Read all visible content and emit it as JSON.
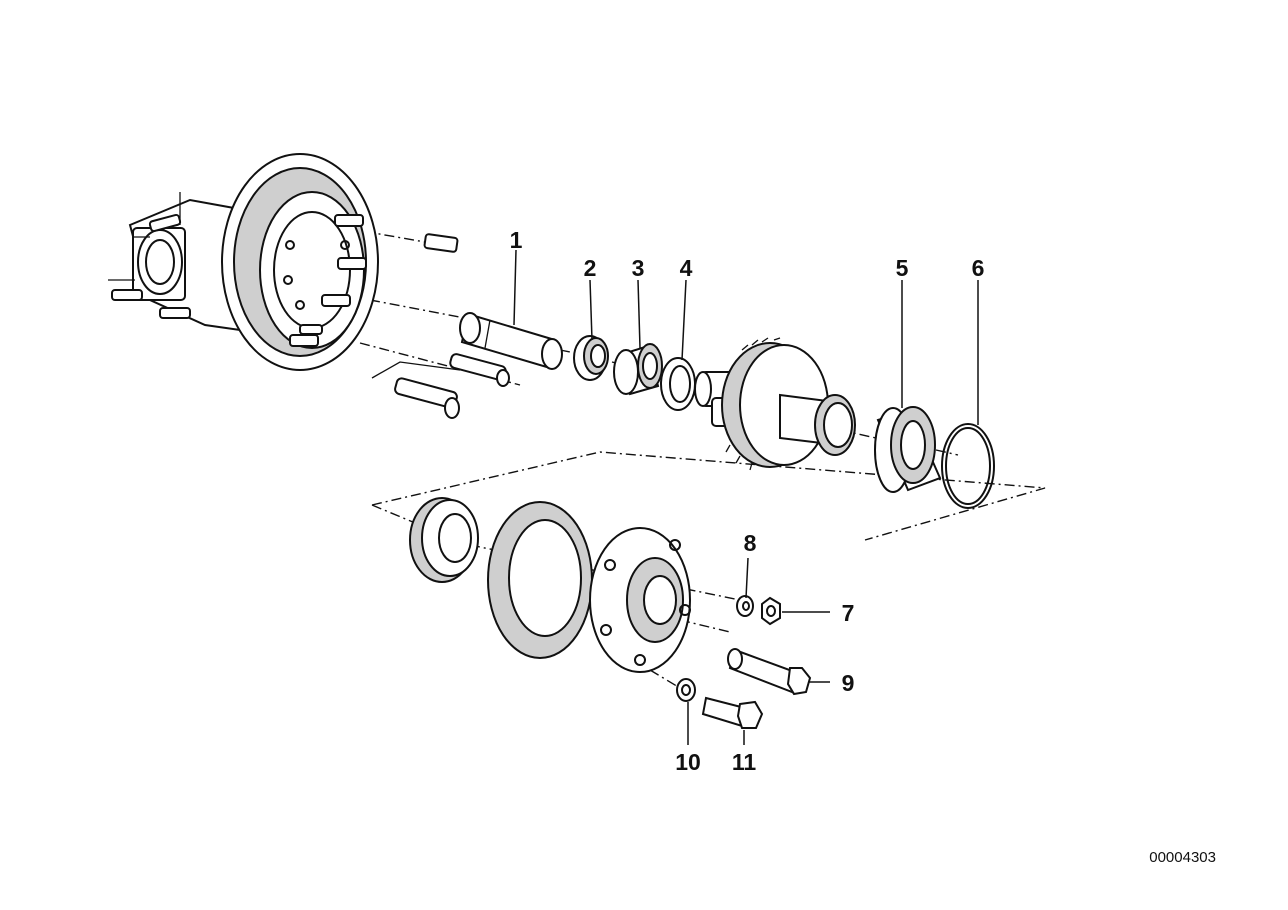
{
  "diagram": {
    "callouts": [
      {
        "id": "1",
        "text": "1"
      },
      {
        "id": "2",
        "text": "2"
      },
      {
        "id": "3",
        "text": "3"
      },
      {
        "id": "4",
        "text": "4"
      },
      {
        "id": "5",
        "text": "5"
      },
      {
        "id": "6",
        "text": "6"
      },
      {
        "id": "7",
        "text": "7"
      },
      {
        "id": "8",
        "text": "8"
      },
      {
        "id": "9",
        "text": "9"
      },
      {
        "id": "10",
        "text": "10"
      },
      {
        "id": "11",
        "text": "11"
      }
    ],
    "drawing_number": "00004303"
  },
  "colors": {
    "line": "#111111",
    "background": "#ffffff"
  }
}
